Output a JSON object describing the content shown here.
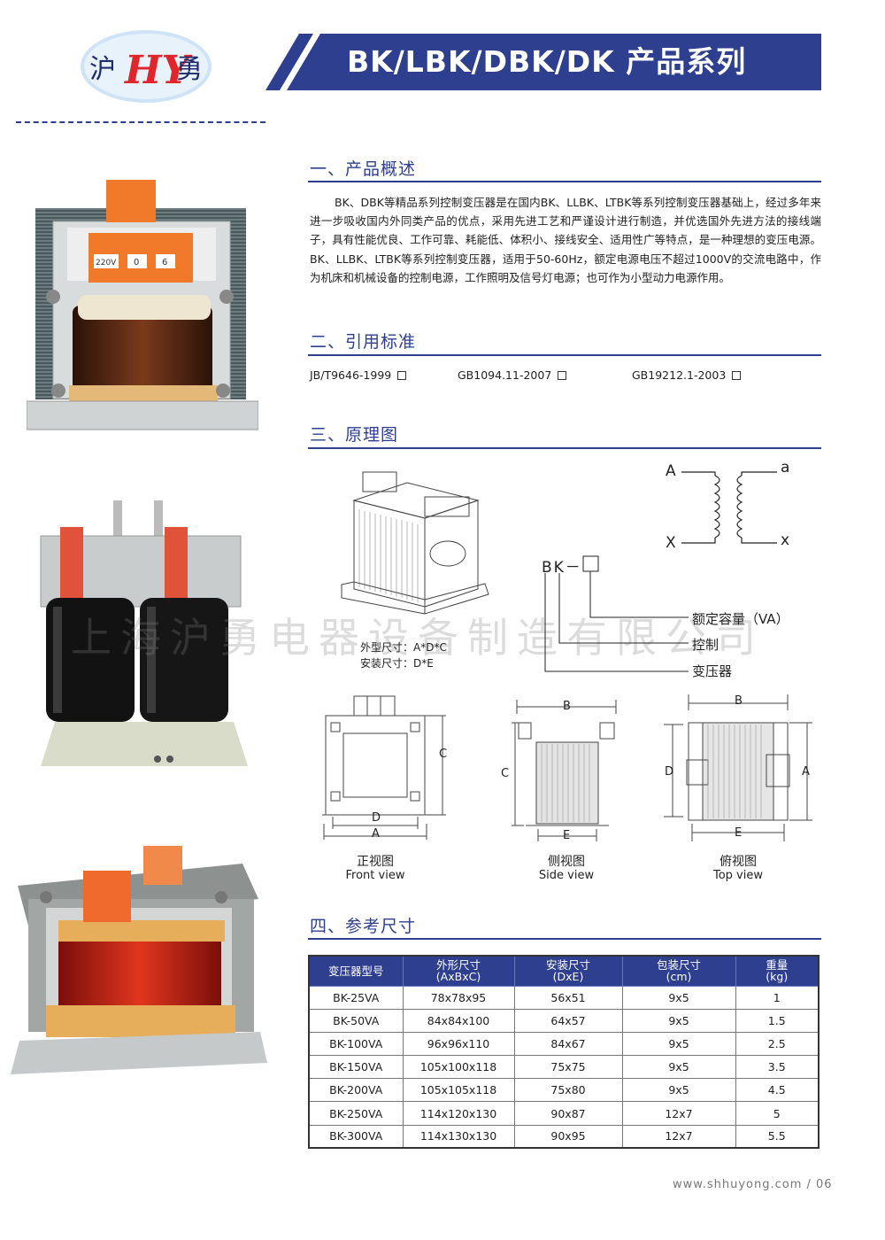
{
  "header": {
    "logo_left": "沪",
    "logo_mid": "HY",
    "logo_right": "勇",
    "title": "BK/LBK/DBK/DK 产品系列",
    "accent_color": "#2e3f8f"
  },
  "sections": {
    "overview": {
      "title": "一、产品概述",
      "text": "BK、DBK等精品系列控制变压器是在国内BK、LLBK、LTBK等系列控制变压器基础上，经过多年来进一步吸收国内外同类产品的优点，采用先进工艺和严谨设计进行制造，并优选国外先进方法的接线端子，具有性能优良、工作可靠、耗能低、体积小、接线安全、适用性广等特点，是一种理想的变压电源。BK、LLBK、LTBK等系列控制变压器，适用于50-60Hz，额定电源电压不超过1000V的交流电路中，作为机床和机械设备的控制电源，工作照明及信号灯电源；也可作为小型动力电源作用。"
    },
    "standards": {
      "title": "二、引用标准",
      "items": [
        "JB/T9646-1999",
        "GB1094.11-2007",
        "GB19212.1-2003"
      ]
    },
    "schematic": {
      "title": "三、原理图",
      "outline_dim": "外型尺寸：A*D*C",
      "install_dim": "安装尺寸：D*E",
      "terminal_A": "A",
      "terminal_X": "X",
      "terminal_a": "a",
      "terminal_x": "x",
      "code_prefix": "BK－",
      "code_cap": "额定容量（VA）",
      "code_ctrl": "控制",
      "code_trans": "变压器",
      "views": [
        {
          "cn": "正视图",
          "en": "Front view"
        },
        {
          "cn": "侧视图",
          "en": "Side view"
        },
        {
          "cn": "俯视图",
          "en": "Top view"
        }
      ],
      "dims": {
        "A": "A",
        "B": "B",
        "C": "C",
        "D": "D",
        "E": "E"
      }
    },
    "sizes": {
      "title": "四、参考尺寸",
      "headers": [
        {
          "l1": "变压器型号",
          "l2": ""
        },
        {
          "l1": "外形尺寸",
          "l2": "(AxBxC)"
        },
        {
          "l1": "安装尺寸",
          "l2": "(DxE)"
        },
        {
          "l1": "包装尺寸",
          "l2": "(cm)"
        },
        {
          "l1": "重量",
          "l2": "(kg)"
        }
      ],
      "rows": [
        [
          "BK-25VA",
          "78x78x95",
          "56x51",
          "9x5",
          "1"
        ],
        [
          "BK-50VA",
          "84x84x100",
          "64x57",
          "9x5",
          "1.5"
        ],
        [
          "BK-100VA",
          "96x96x110",
          "84x67",
          "9x5",
          "2.5"
        ],
        [
          "BK-150VA",
          "105x100x118",
          "75x75",
          "9x5",
          "3.5"
        ],
        [
          "BK-200VA",
          "105x105x118",
          "75x80",
          "9x5",
          "4.5"
        ],
        [
          "BK-250VA",
          "114x120x130",
          "90x87",
          "12x7",
          "5"
        ],
        [
          "BK-300VA",
          "114x130x130",
          "90x95",
          "12x7",
          "5.5"
        ]
      ]
    }
  },
  "photos": {
    "label_220v": "220V",
    "label_0": "0",
    "label_6": "6"
  },
  "watermark": "上海沪勇电器设备制造有限公司",
  "footer": {
    "site": "www.shhuyong.com",
    "page": "/ 06"
  }
}
